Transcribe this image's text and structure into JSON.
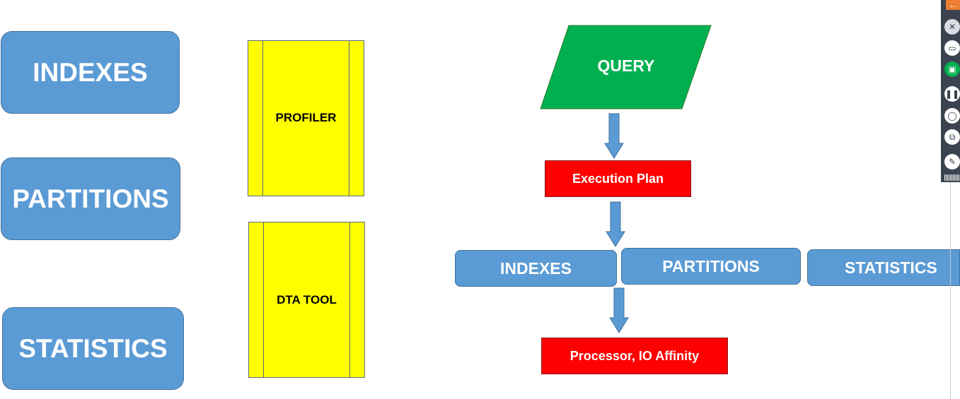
{
  "left_boxes": {
    "indexes": "INDEXES",
    "partitions": "PARTITIONS",
    "statistics": "STATISTICS"
  },
  "tools": {
    "profiler": "PROFILER",
    "dta_tool": "DTA TOOL"
  },
  "flow": {
    "query": "QUERY",
    "execution_plan": "Execution Plan",
    "indexes": "INDEXES",
    "partitions": "PARTITIONS",
    "statistics": "STATISTICS",
    "processor": "Processor, IO Affinity"
  },
  "colors": {
    "blue": "#5b9bd5",
    "green": "#00b050",
    "yellow": "#ffff00",
    "red": "#ff0000",
    "toolbar_bg": "#3b4350",
    "toolbar_accent": "#ed7d31"
  },
  "toolbar": {
    "icons": [
      "back-arrow-icon",
      "no-microphone-icon",
      "camera-icon",
      "screen-share-icon",
      "pause-icon",
      "mouse-icon",
      "windows-icon",
      "pen-icon"
    ]
  }
}
